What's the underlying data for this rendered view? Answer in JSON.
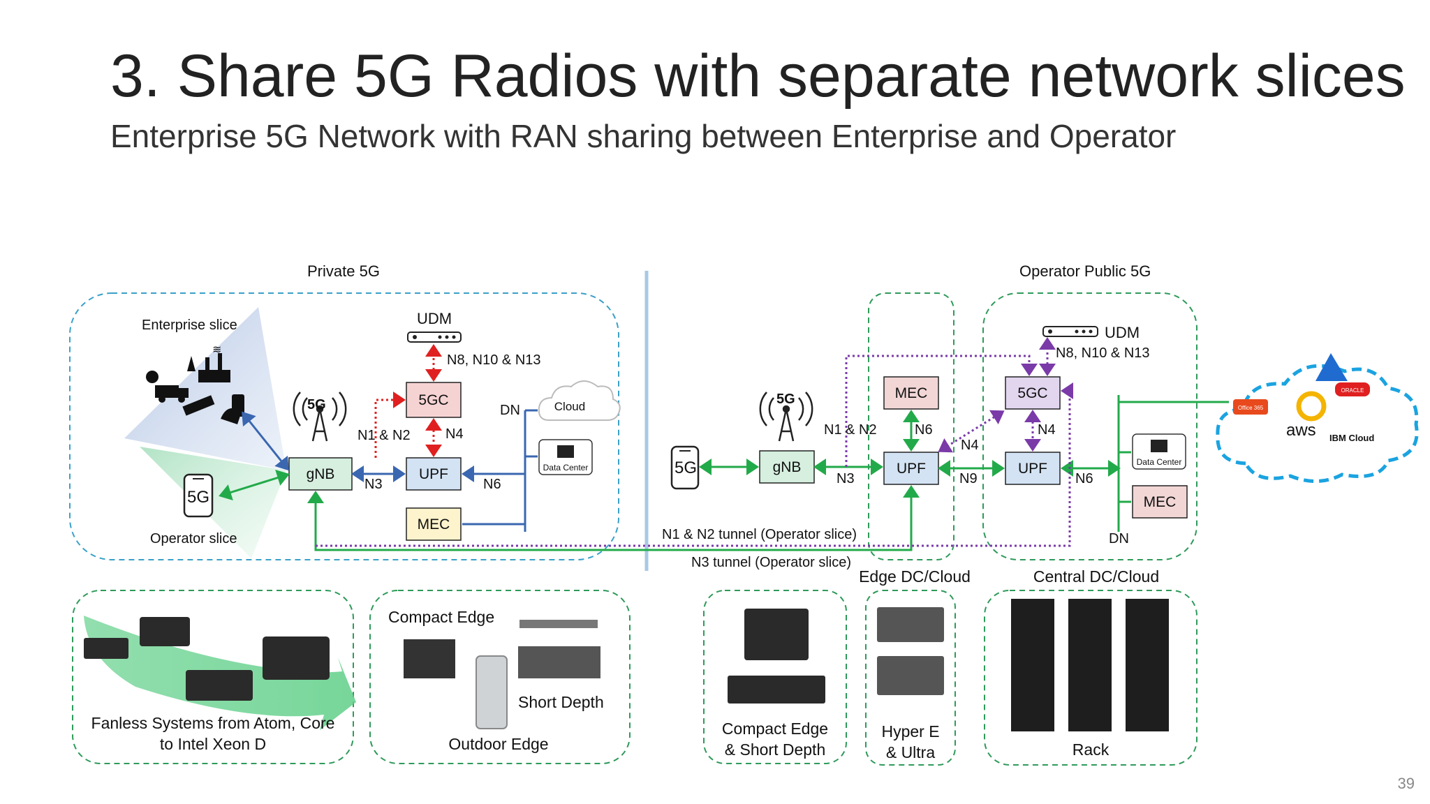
{
  "title": "3. Share 5G Radios with separate network slices",
  "subtitle": "Enterprise 5G Network with RAN sharing between Enterprise and Operator",
  "page_number": "39",
  "colors": {
    "dashed_teal": "#3aa0c8",
    "dashed_green": "#2e9a5a",
    "link_blue": "#3a67b0",
    "link_green": "#22aa4a",
    "link_red": "#e02020",
    "link_purple": "#7a3aa8",
    "divider": "#a8c8e6",
    "box_gnb": "#d6efdf",
    "box_5gc": "#f6d3d3",
    "box_upf": "#d3e3f4",
    "box_mec_yellow": "#fdf3cc",
    "box_mec_pink": "#f2d6d6",
    "box_5gc_purple": "#e2d6ef",
    "cloud_border": "#1aa3e0"
  },
  "private": {
    "header": "Private 5G",
    "enterprise_slice": "Enterprise slice",
    "operator_slice": "Operator slice",
    "udm": "UDM",
    "n8_label": "N8, N10 & N13",
    "n1n2": "N1 & N2",
    "n4": "N4",
    "n3": "N3",
    "n6": "N6",
    "dn": "DN",
    "cloud": "Cloud",
    "data_center": "Data Center",
    "gnb": "gNB",
    "fivegc": "5GC",
    "upf": "UPF",
    "mec": "MEC",
    "radio_label": "5G",
    "phone_label": "5G"
  },
  "operator": {
    "header": "Operator Public 5G",
    "udm": "UDM",
    "n8_label": "N8, N10 & N13",
    "n1n2": "N1 & N2",
    "n6_edge": "N6",
    "n4_edge": "N4",
    "n4_central": "N4",
    "n3": "N3",
    "n9": "N9",
    "n6_central": "N6",
    "dn": "DN",
    "data_center": "Data Center",
    "gnb": "gNB",
    "mec_edge": "MEC",
    "upf_edge": "UPF",
    "fivegc": "5GC",
    "upf_central": "UPF",
    "mec_central": "MEC",
    "radio_label": "5G",
    "phone_label": "5G",
    "tunnel_n1n2": "N1 & N2 tunnel (Operator slice)",
    "tunnel_n3": "N3 tunnel (Operator slice)",
    "cloud_logos": [
      "Office 365",
      "aws",
      "ORACLE",
      "IBM Cloud"
    ]
  },
  "hardware": {
    "fanless": [
      "Fanless Systems from Atom, Core",
      "to Intel Xeon D"
    ],
    "compact_edge": "Compact Edge",
    "short_depth": "Short Depth",
    "outdoor_edge": "Outdoor Edge",
    "compact_short": [
      "Compact Edge",
      "& Short Depth"
    ],
    "edge_dc": "Edge DC/Cloud",
    "hyper": [
      "Hyper E",
      "& Ultra"
    ],
    "central_dc": "Central DC/Cloud",
    "rack": "Rack"
  }
}
